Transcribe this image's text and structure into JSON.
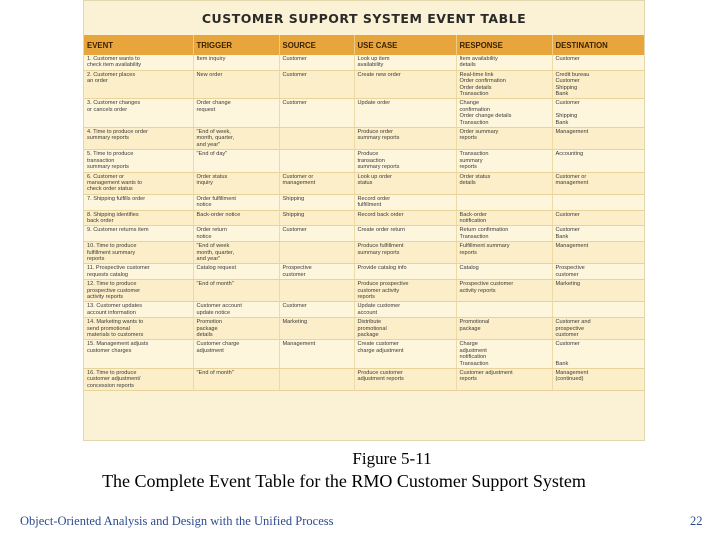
{
  "table": {
    "title": "CUSTOMER SUPPORT SYSTEM EVENT TABLE",
    "headers": [
      "EVENT",
      "TRIGGER",
      "SOURCE",
      "USE CASE",
      "RESPONSE",
      "DESTINATION"
    ],
    "rows": [
      [
        "1. Customer wants to\ncheck item availability",
        "Item inquiry",
        "Customer",
        "Look up item\navailability",
        "Item availability\ndetails",
        "Customer"
      ],
      [
        "2. Customer places\nan order",
        "New order",
        "Customer",
        "Create new order",
        "Real-time link\nOrder confirmation\nOrder details\nTransaction",
        "Credit bureau\nCustomer\nShipping\nBank"
      ],
      [
        "3. Customer changes\nor cancels order",
        "Order change\nrequest",
        "Customer",
        "Update order",
        "Change\nconfirmation\nOrder change details\nTransaction",
        "Customer\n\nShipping\nBank"
      ],
      [
        "4. Time to produce order\nsummary reports",
        "\"End of week,\nmonth, quarter,\nand year\"",
        "",
        "Produce order\nsummary reports",
        "Order summary\nreports",
        "Management"
      ],
      [
        "5. Time to produce\ntransaction\nsummary reports",
        "\"End of day\"",
        "",
        "Produce\ntransaction\nsummary reports",
        "Transaction\nsummary\nreports",
        "Accounting"
      ],
      [
        "6. Customer or\nmanagement wants to\ncheck order status",
        "Order status\ninquiry",
        "Customer or\nmanagement",
        "Look up order\nstatus",
        "Order status\ndetails",
        "Customer or\nmanagement"
      ],
      [
        "7. Shipping fulfills order",
        "Order fulfillment\nnotice",
        "Shipping",
        "Record order\nfulfillment",
        "",
        ""
      ],
      [
        "8. Shipping identifies\nback order",
        "Back-order notice",
        "Shipping",
        "Record back order",
        "Back-order\nnotification",
        "Customer"
      ],
      [
        "9. Customer returns item",
        "Order return\nnotice",
        "Customer",
        "Create order return",
        "Return confirmation\nTransaction",
        "Customer\nBank"
      ],
      [
        "10. Time to produce\nfulfillment summary\nreports",
        "\"End of week\nmonth, quarter,\nand year\"",
        "",
        "Produce fulfillment\nsummary reports",
        "Fulfillment summary\nreports",
        "Management"
      ],
      [
        "11. Prospective customer\nrequests catalog",
        "Catalog request",
        "Prospective\ncustomer",
        "Provide catalog info",
        "Catalog",
        "Prospective\ncustomer"
      ],
      [
        "12. Time to produce\nprospective customer\nactivity reports",
        "\"End of month\"",
        "",
        "Produce prospective\ncustomer activity\nreports",
        "Prospective customer\nactivity reports",
        "Marketing"
      ],
      [
        "13. Customer updates\naccount information",
        "Customer account\nupdate notice",
        "Customer",
        "Update customer\naccount",
        "",
        ""
      ],
      [
        "14. Marketing wants to\nsend promotional\nmaterials to customers",
        "Promotion\npackage\ndetails",
        "Marketing",
        "Distribute\npromotional\npackage",
        "Promotional\npackage",
        "Customer and\nprospective\ncustomer"
      ],
      [
        "15. Management adjusts\ncustomer charges",
        "Customer charge\nadjustment",
        "Management",
        "Create customer\ncharge adjustment",
        "Charge\nadjustment\nnotification\nTransaction",
        "Customer\n\n\nBank"
      ],
      [
        "16. Time to produce\ncustomer adjustment/\nconcession reports",
        "\"End of month\"",
        "",
        "Produce customer\nadjustment reports",
        "Customer adjustment\nreports",
        "Management\n(continued)"
      ]
    ]
  },
  "caption": {
    "figure_number": "Figure 5-11",
    "title": "The Complete Event Table for the RMO Customer Support System"
  },
  "footer": {
    "book_title": "Object-Oriented Analysis and Design with the Unified Process",
    "page_number": "22"
  }
}
